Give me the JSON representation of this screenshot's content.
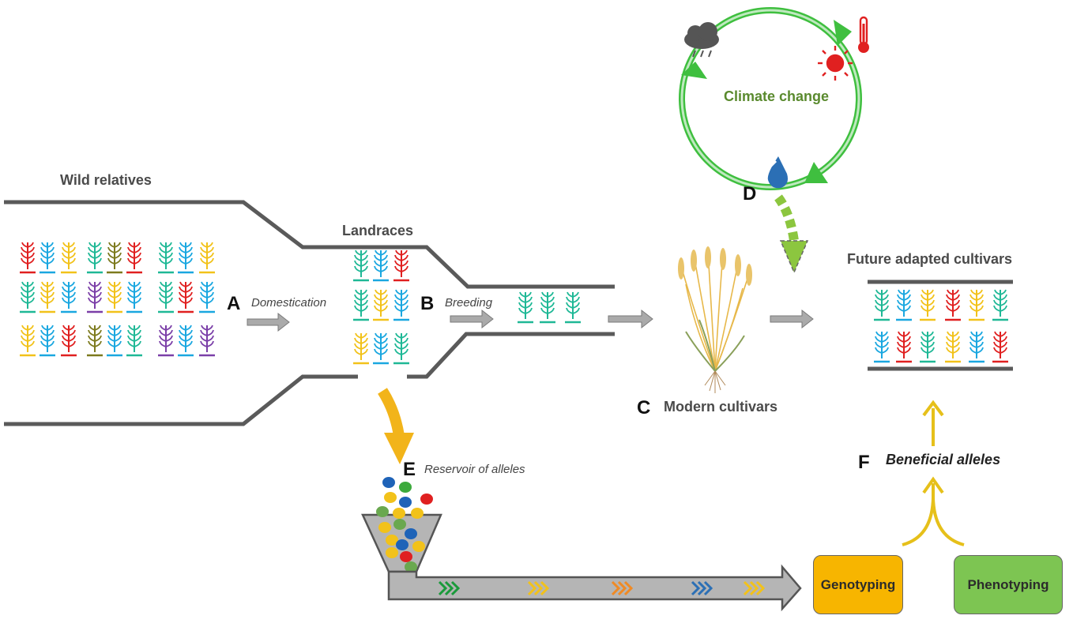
{
  "labels": {
    "wild_relatives": "Wild relatives",
    "landraces": "Landraces",
    "future_adapted": "Future adapted cultivars",
    "modern_cultivars": "Modern cultivars",
    "climate_change": "Climate change",
    "domestication": "Domestication",
    "breeding": "Breeding",
    "reservoir": "Reservoir of alleles",
    "beneficial": "Beneficial alleles",
    "genotyping": "Genotyping",
    "phenotyping": "Phenotyping"
  },
  "letters": {
    "a": "A",
    "b": "B",
    "c": "C",
    "d": "D",
    "e": "E",
    "f": "F"
  },
  "colors": {
    "red": "#e02020",
    "blue": "#1aa7e0",
    "yellow": "#f2c21a",
    "teal": "#1fb896",
    "purple": "#7b3fa8",
    "olive": "#7d7a1e",
    "pipe": "#5a5a5a",
    "arrow_gray": "#999999",
    "climate_green": "#3fbf3f",
    "orange_arrow": "#f2b41a",
    "genotyping_fill": "#f7b500",
    "phenotyping_fill": "#7dc552",
    "dashed_arrow": "#8cc63f"
  },
  "icons": {
    "cloud": "cloud-rain-icon",
    "sun": "sun-icon",
    "thermometer": "thermometer-icon",
    "droplet": "water-drop-icon",
    "wheat": "wheat-spike-icon",
    "plant": "wheat-plant-icon",
    "hopper": "funnel-icon",
    "chevron": "chevron-icon"
  }
}
